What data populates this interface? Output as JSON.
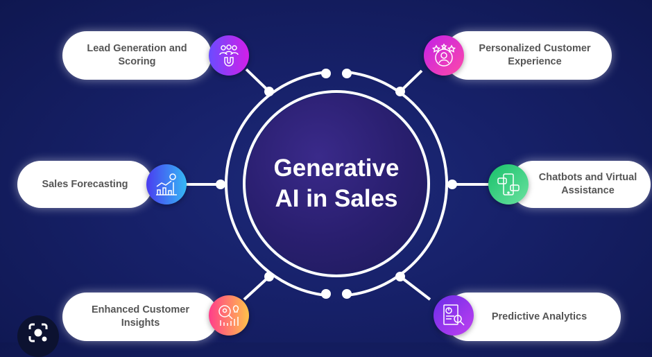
{
  "title_line1": "Generative",
  "title_line2": "AI in Sales",
  "items": [
    {
      "label": "Lead Generation and Scoring",
      "icon": "leads-magnet-icon",
      "color_from": "#6a4cff",
      "color_to": "#d21fe8"
    },
    {
      "label": "Sales Forecasting",
      "icon": "chart-forecast-icon",
      "color_from": "#4a3cf0",
      "color_to": "#35b8f5"
    },
    {
      "label": "Enhanced Customer Insights",
      "icon": "insights-icon",
      "color_from": "#ff3d8a",
      "color_to": "#ffc24a"
    },
    {
      "label": "Personalized Customer Experience",
      "icon": "customer-stars-icon",
      "color_from": "#c21fe8",
      "color_to": "#ff4aa8"
    },
    {
      "label": "Chatbots and Virtual Assistance",
      "icon": "chatbot-phone-icon",
      "color_from": "#17c06a",
      "color_to": "#6be2a0"
    },
    {
      "label": "Predictive Analytics",
      "icon": "analytics-report-icon",
      "color_from": "#6a2ce8",
      "color_to": "#c040f0"
    }
  ]
}
